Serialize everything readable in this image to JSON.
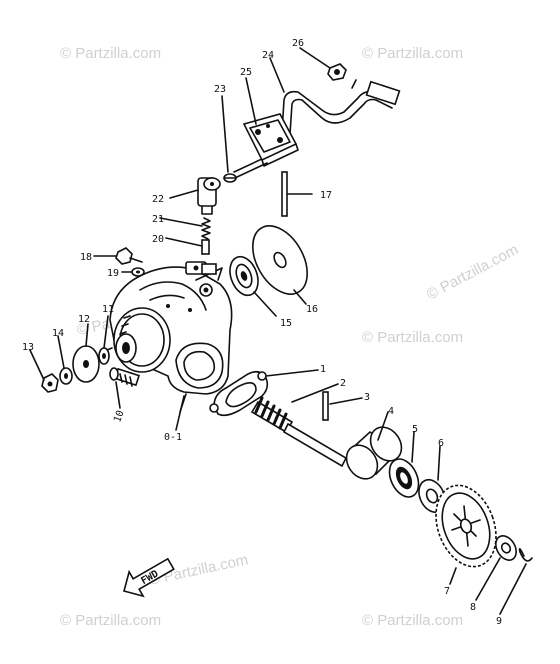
{
  "watermark": "© Partzilla.com",
  "parts": {
    "p1": "1",
    "p2": "2",
    "p3": "3",
    "p4": "4",
    "p5": "5",
    "p6": "6",
    "p7": "7",
    "p8": "8",
    "p9": "9",
    "p10": "10",
    "p11": "11",
    "p12": "12",
    "p13": "13",
    "p14": "14",
    "p15": "15",
    "p16": "16",
    "p17": "17",
    "p18": "18",
    "p19": "19",
    "p20": "20",
    "p21": "21",
    "p22": "22",
    "p23": "23",
    "p24": "24",
    "p25": "25",
    "p26": "26",
    "p0_1": "0-1"
  },
  "direction_arrow": "FWD"
}
